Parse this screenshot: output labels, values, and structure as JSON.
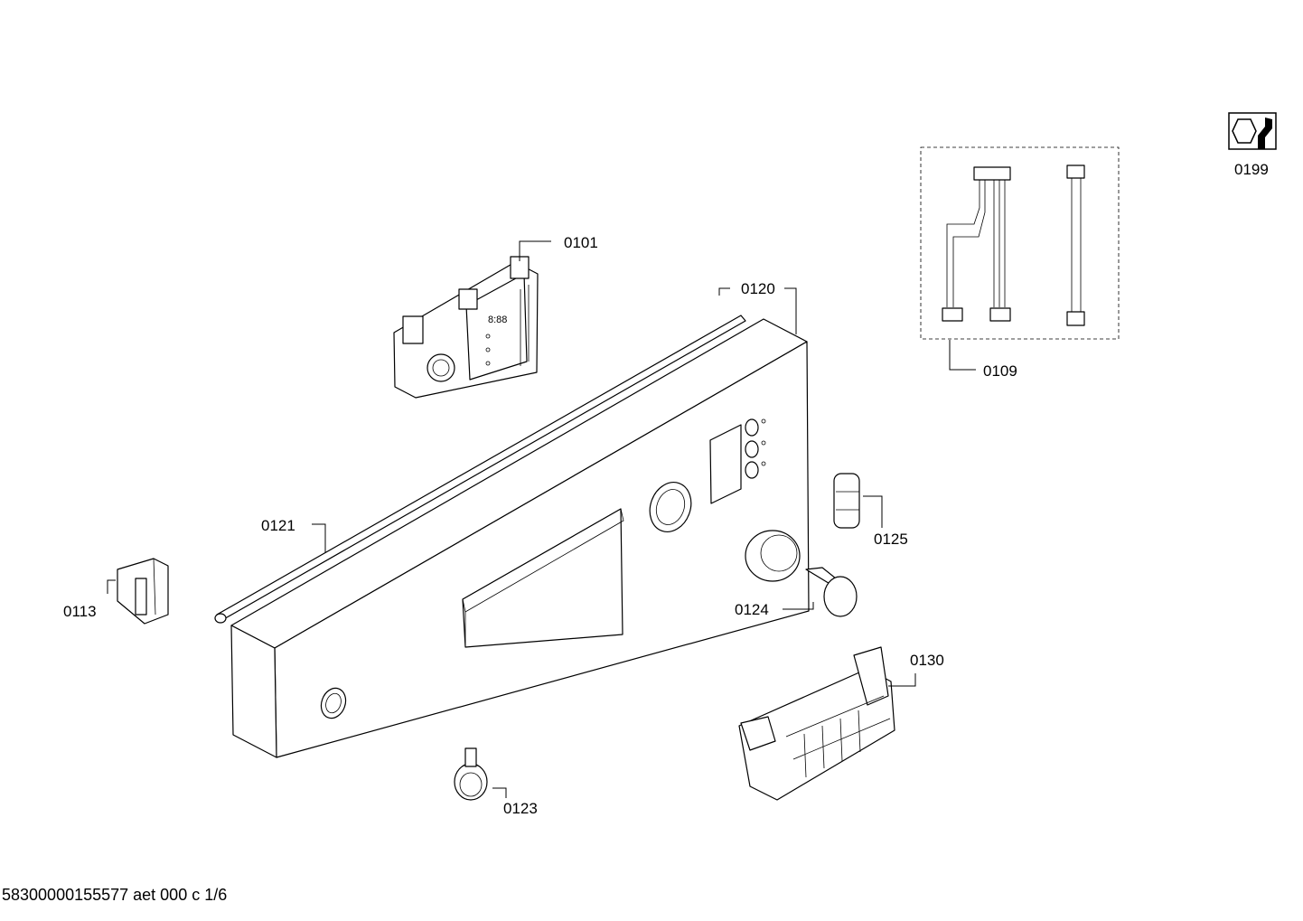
{
  "parts": {
    "p0101": "0101",
    "p0109": "0109",
    "p0113": "0113",
    "p0120": "0120",
    "p0121": "0121",
    "p0123": "0123",
    "p0124": "0124",
    "p0125": "0125",
    "p0130": "0130",
    "p0199": "0199"
  },
  "module_display": "8:88",
  "footer": "58300000155577 aet 000 c 1/6"
}
